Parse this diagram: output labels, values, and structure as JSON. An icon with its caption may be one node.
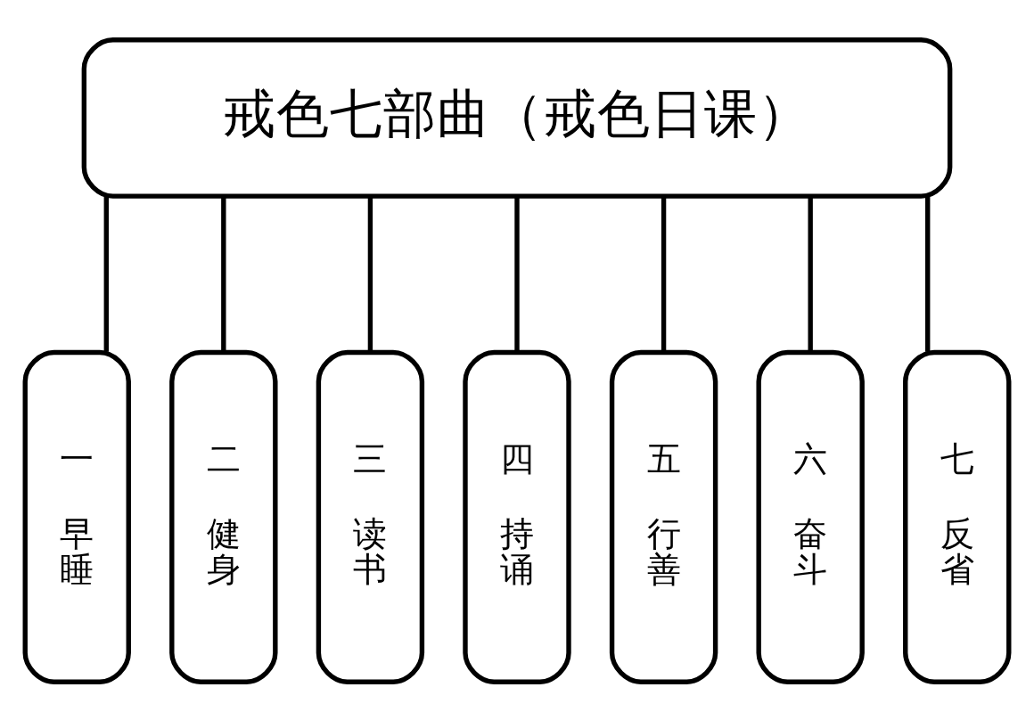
{
  "diagram": {
    "nodes": [
      {
        "text": [
          "戒色七部曲（戒色日课）"
        ]
      },
      {
        "text": [
          "一",
          "早睡"
        ]
      },
      {
        "text": [
          "二",
          "健身"
        ]
      },
      {
        "text": [
          "三",
          "读书"
        ]
      },
      {
        "text": [
          "四",
          "持诵"
        ]
      },
      {
        "text": [
          "五",
          "行善"
        ]
      },
      {
        "text": [
          "六",
          "奋斗"
        ]
      },
      {
        "text": [
          "七",
          "反省"
        ]
      }
    ],
    "edges": [
      {
        "from": 0,
        "to": 1,
        "arrow": "none"
      },
      {
        "from": 0,
        "to": 2,
        "arrow": "none"
      },
      {
        "from": 0,
        "to": 3,
        "arrow": "none"
      },
      {
        "from": 0,
        "to": 4,
        "arrow": "none"
      },
      {
        "from": 0,
        "to": 5,
        "arrow": "none"
      },
      {
        "from": 0,
        "to": 6,
        "arrow": "none"
      },
      {
        "from": 0,
        "to": 7,
        "arrow": "none"
      }
    ]
  }
}
